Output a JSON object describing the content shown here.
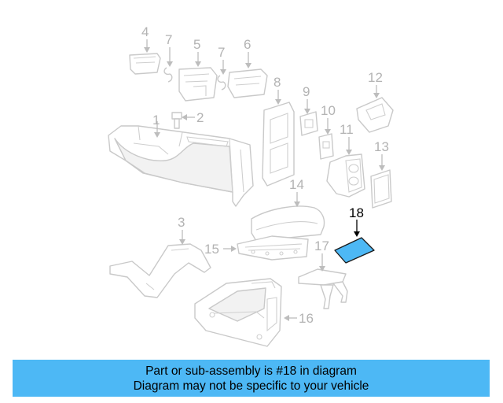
{
  "diagram": {
    "callouts": {
      "c1": "1",
      "c2": "2",
      "c3": "3",
      "c4": "4",
      "c5": "5",
      "c6": "6",
      "c7a": "7",
      "c7b": "7",
      "c8": "8",
      "c9": "9",
      "c10": "10",
      "c11": "11",
      "c12": "12",
      "c13": "13",
      "c14": "14",
      "c15": "15",
      "c16": "16",
      "c17": "17",
      "c18": "18"
    },
    "highlight_callout": "18",
    "colors": {
      "highlight": "#4db8f5",
      "parts": "#c9c9c9",
      "labels": "#b3b3b3"
    }
  },
  "banner": {
    "line1": "Part or sub-assembly is #18 in diagram",
    "line2": "Diagram may not be specific to your vehicle"
  }
}
